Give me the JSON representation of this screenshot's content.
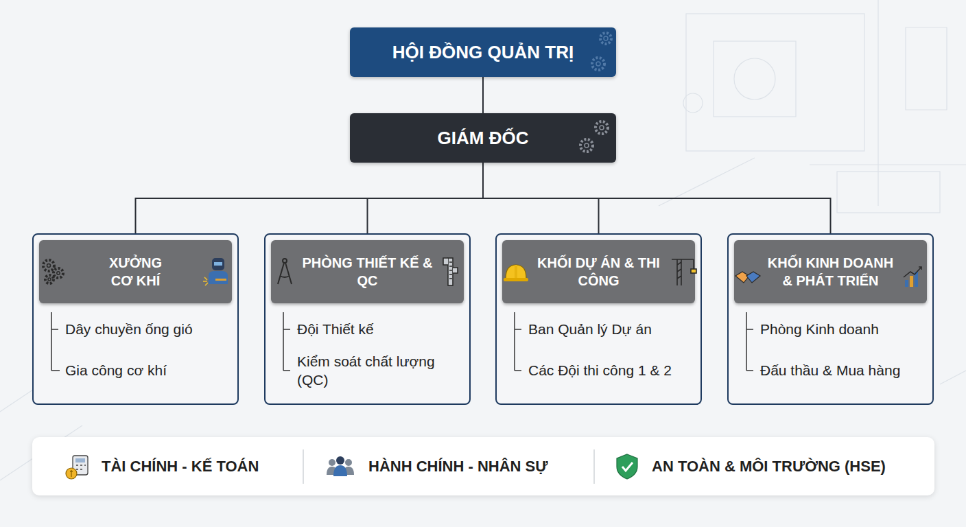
{
  "diagram": {
    "nodes": [
      {
        "text": [
          "HỘI ĐỒNG QUẢN TRỊ"
        ]
      },
      {
        "text": [
          "GIÁM ĐỐC"
        ]
      },
      {
        "text": [
          "Dây chuyền ống gió",
          "Gia công cơ khí"
        ]
      },
      {
        "text": [
          "XƯỞNG CƠ KHÍ"
        ],
        "in": 2
      },
      {
        "text": [
          "Đội Thiết kế",
          "Kiểm soát chất lượng (QC)"
        ]
      },
      {
        "text": [
          "PHÒNG THIẾT KẾ & QC"
        ],
        "in": 4
      },
      {
        "text": [
          "Ban Quản lý Dự án",
          "Các Đội thi công 1 & 2"
        ]
      },
      {
        "text": [
          "KHỐI DỰ ÁN & THI CÔNG"
        ],
        "in": 6
      },
      {
        "text": [
          "Phòng Kinh doanh",
          "Đấu thầu & Mua hàng"
        ]
      },
      {
        "text": [
          "KHỐI KINH DOANH & PHÁT TRIỂN"
        ],
        "in": 8
      }
    ],
    "edges": [
      {
        "from": 0,
        "to": 1,
        "arrow": "none"
      },
      {
        "from": 1,
        "to": 2,
        "arrow": "none"
      },
      {
        "from": 1,
        "to": 4,
        "arrow": "none"
      },
      {
        "from": 1,
        "to": 6,
        "arrow": "none"
      },
      {
        "from": 1,
        "to": 8,
        "arrow": "none"
      }
    ],
    "labels": [
      "TÀI CHÍNH - KẾ TOÁN",
      "HÀNH CHÍNH - NHÂN SỰ",
      "AN TOÀN & MÔI TRƯỜNG (HSE)"
    ]
  }
}
